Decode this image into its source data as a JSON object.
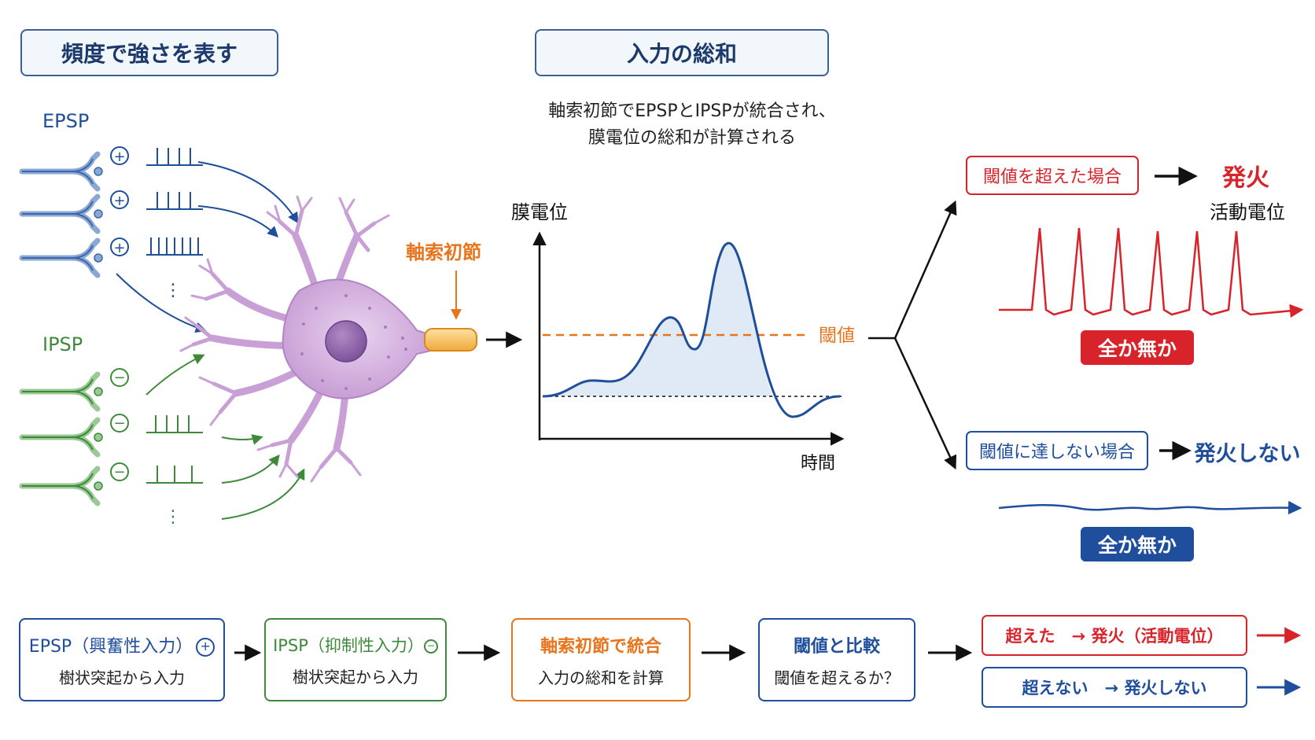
{
  "headers": {
    "frequency": "頻度で強さを表す",
    "summation": "入力の総和"
  },
  "inputs": {
    "epsp_label": "EPSP",
    "ipsp_label": "IPSP",
    "plus_sign": "+",
    "minus_sign": "−",
    "ellipsis": "⋮"
  },
  "neuron": {
    "axon_hillock_label": "軸索初節"
  },
  "summation_text": {
    "line1": "軸索初節でEPSPとIPSPが統合され、",
    "line2": "膜電位の総和が計算される"
  },
  "chart": {
    "ylabel": "膜電位",
    "xlabel": "時間",
    "threshold_label": "閾値"
  },
  "outcomes": {
    "above_box": "閾値を超えた場合",
    "fire": "発火",
    "action_potential": "活動電位",
    "all_or_none_1": "全か無か",
    "below_box": "閾値に達しない場合",
    "no_fire": "発火しない",
    "all_or_none_2": "全か無か"
  },
  "flow": {
    "step1_title": "EPSP（興奮性入力）",
    "step1_sign": "+",
    "step1_sub": "樹状突起から入力",
    "step2_title": "IPSP（抑制性入力）",
    "step2_sign": "−",
    "step2_sub": "樹状突起から入力",
    "step3_title": "軸索初節で統合",
    "step3_sub": "入力の総和を計算",
    "step4_title": "閾値と比較",
    "step4_sub": "閾値を超えるか？",
    "result1": "超えた　→ 発火（活動電位）",
    "result2": "超えない　→ 発火しない"
  },
  "colors": {
    "epsp": "#1f4e9c",
    "ipsp": "#3c8a3a",
    "hillock": "#e8741c",
    "fire": "#d9232a",
    "nofire": "#1f4e9c",
    "neuron": "#c9a0d6"
  }
}
